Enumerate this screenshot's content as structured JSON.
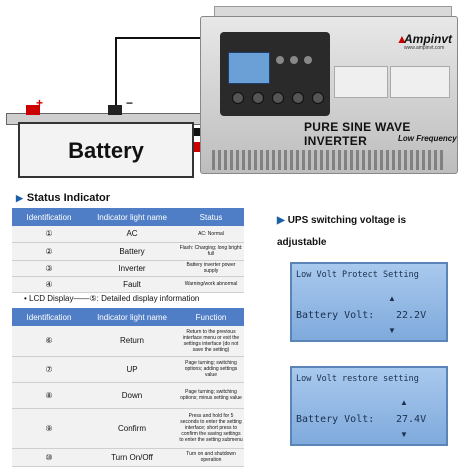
{
  "battery": {
    "label": "Battery",
    "pos_sign": "+",
    "neg_sign": "−"
  },
  "inverter": {
    "brand": "Ampinvt",
    "url": "www.ampinvt.com",
    "title": "PURE SINE WAVE INVERTER",
    "subtitle": "Low Frequency"
  },
  "status": {
    "title": "Status Indicator",
    "headers": [
      "Identification",
      "Indicator light name",
      "Status"
    ],
    "rows": [
      {
        "id": "①",
        "name": "AC",
        "status": "AC: Normal"
      },
      {
        "id": "②",
        "name": "Battery",
        "status": "Flash: Charging; long bright: full"
      },
      {
        "id": "③",
        "name": "Inverter",
        "status": "Battery inverter power supply"
      },
      {
        "id": "④",
        "name": "Fault",
        "status": "Warning/work abnormal"
      }
    ]
  },
  "lcd_line": {
    "prefix": "• LCD Display——⑤: Detailed display information"
  },
  "function": {
    "headers": [
      "Identification",
      "Indicator light name",
      "Function"
    ],
    "rows": [
      {
        "id": "⑥",
        "name": "Return",
        "func": "Return to the previous interface menu or exit the settings interface (do not save the setting)"
      },
      {
        "id": "⑦",
        "name": "UP",
        "func": "Page turning; switching options; adding settings value"
      },
      {
        "id": "⑧",
        "name": "Down",
        "func": "Page turning; switching options; minus setting value"
      },
      {
        "id": "⑨",
        "name": "Confirm",
        "func": "Press and hold for 5 seconds to enter the setting interface; short press to confirm the saving settings to enter the setting submenu"
      },
      {
        "id": "⑩",
        "name": "Turn On/Off",
        "func": "Turn on and shutdown operation"
      }
    ]
  },
  "ups": {
    "line1": "UPS switching voltage is",
    "line2": "adjustable"
  },
  "lcd1": {
    "title": "Low Volt Protect Setting",
    "label": "Battery Volt:",
    "value": "22.2V"
  },
  "lcd2": {
    "title": "Low Volt restore setting",
    "label": "Battery Volt:",
    "value": "27.4V"
  },
  "colors": {
    "header_blue": "#4f7ec6",
    "lcd_blue": "#8fb4e2",
    "cable_red": "#c00000"
  }
}
